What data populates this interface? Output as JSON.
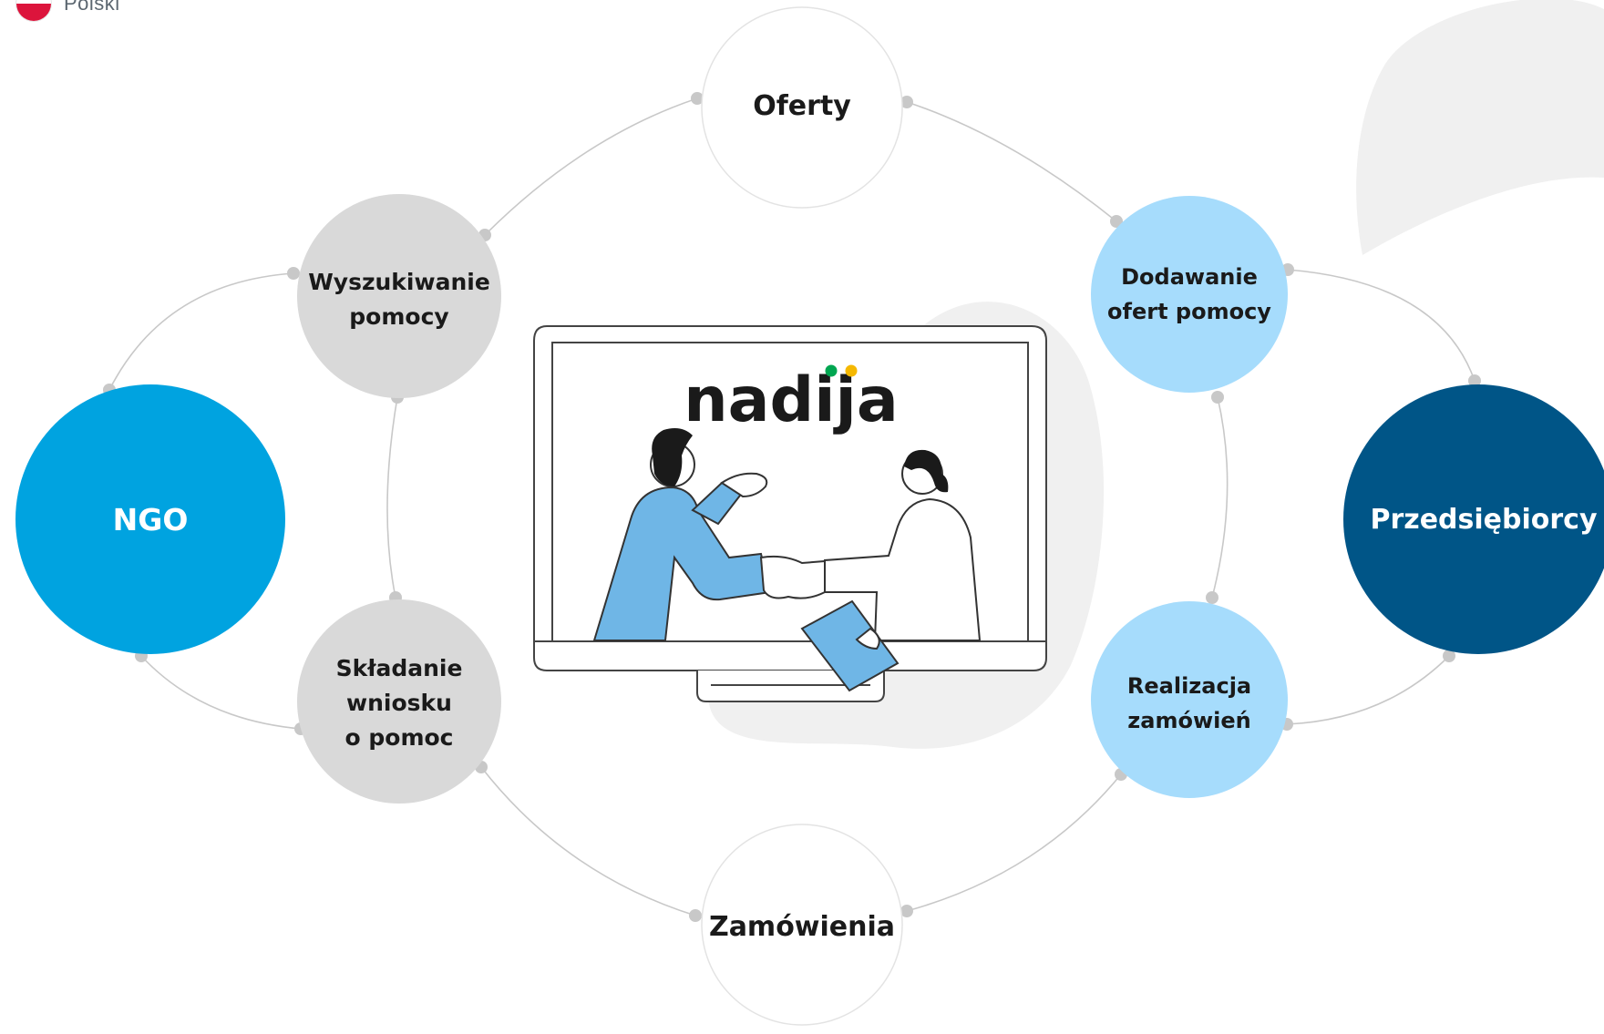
{
  "language_selector": {
    "label": "Polski",
    "flag": "poland-flag-icon",
    "colors": {
      "white": "#ffffff",
      "red": "#dc143c"
    }
  },
  "brand": {
    "name": "nadija",
    "dot_colors": [
      "#00a651",
      "#f5b800"
    ]
  },
  "nodes": {
    "oferty": "Oferty",
    "wyszukiwanie_line1": "Wyszukiwanie",
    "wyszukiwanie_line2": "pomocy",
    "dodawanie_line1": "Dodawanie",
    "dodawanie_line2": "ofert pomocy",
    "ngo": "NGO",
    "przedsiebiorcy": "Przedsiębiorcy",
    "skladanie_line1": "Składanie",
    "skladanie_line2": "wniosku",
    "skladanie_line3": "o pomoc",
    "realizacja_line1": "Realizacja",
    "realizacja_line2": "zamówień",
    "zamowienia": "Zamówienia"
  },
  "colors": {
    "ngo": "#00a3e0",
    "przedsiebiorcy": "#005587",
    "ngo_steps": "#d9d9d9",
    "business_steps": "#a6dcfc",
    "hub": "#ffffff",
    "connector": "#c8c8c8",
    "person_shirt": "#6fb6e6",
    "document": "#6fb6e6"
  },
  "illustration": {
    "device": "monitor-icon",
    "scene": "handshake-illustration"
  }
}
